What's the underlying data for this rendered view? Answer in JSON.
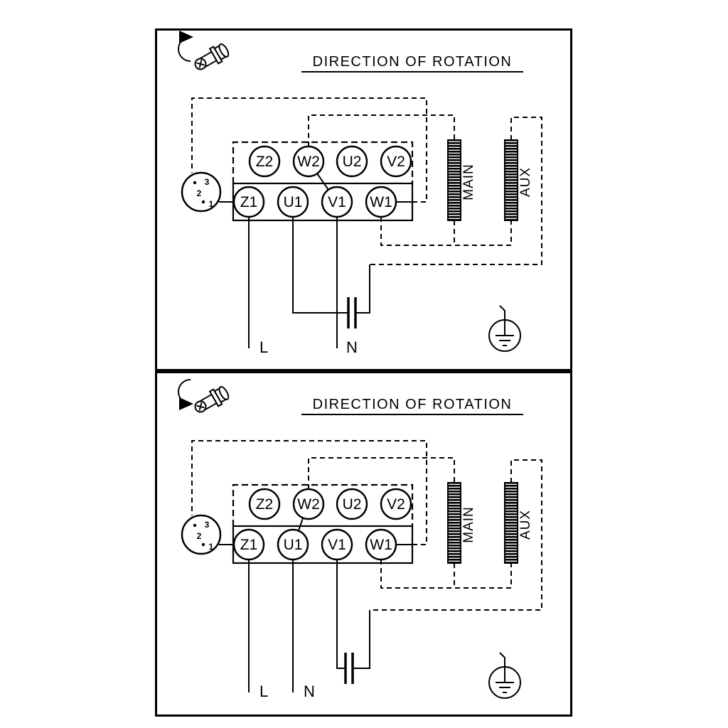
{
  "colors": {
    "line": "#000000",
    "background": "#ffffff"
  },
  "panels": [
    {
      "title": "DIRECTION OF ROTATION",
      "terminals_top": [
        "Z2",
        "W2",
        "U2",
        "V2"
      ],
      "terminals_bottom": [
        "Z1",
        "U1",
        "V1",
        "W1"
      ],
      "switch_positions": [
        "3",
        "2",
        "1"
      ],
      "coil_main": "MAIN",
      "coil_aux": "AUX",
      "line_label": "L",
      "neutral_label": "N"
    },
    {
      "title": "DIRECTION OF ROTATION",
      "terminals_top": [
        "Z2",
        "W2",
        "U2",
        "V2"
      ],
      "terminals_bottom": [
        "Z1",
        "U1",
        "V1",
        "W1"
      ],
      "switch_positions": [
        "3",
        "2",
        "1"
      ],
      "coil_main": "MAIN",
      "coil_aux": "AUX",
      "line_label": "L",
      "neutral_label": "N"
    }
  ]
}
